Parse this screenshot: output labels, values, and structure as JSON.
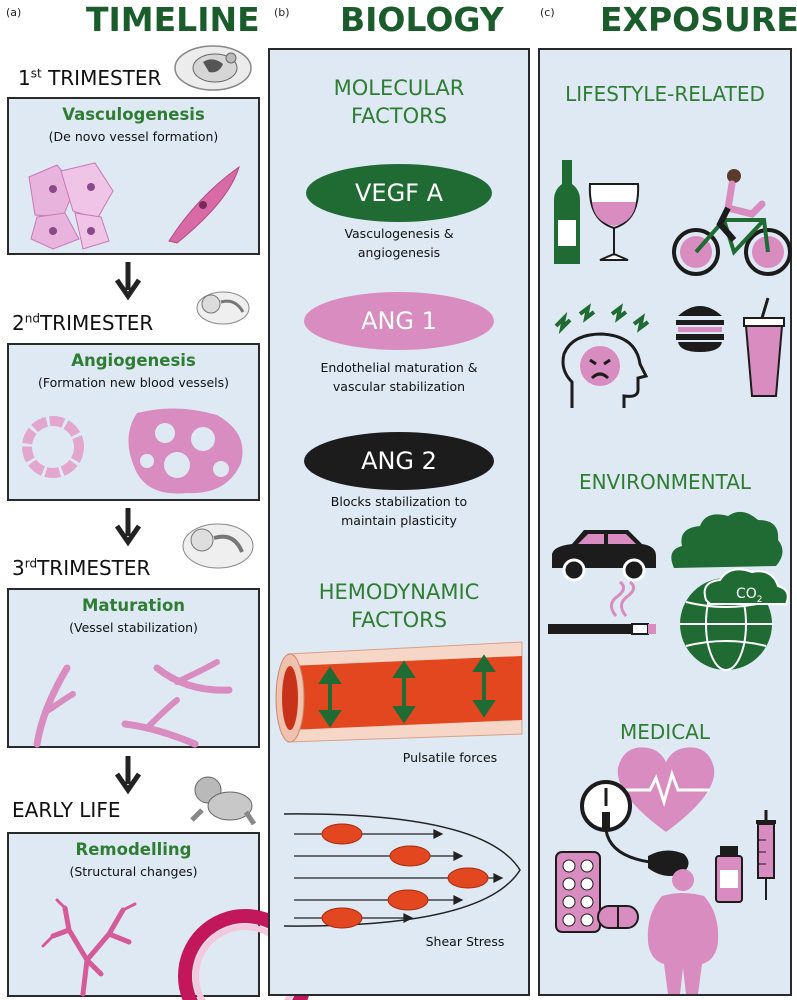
{
  "timeline": {
    "letter": "(a)",
    "title": "TIMELINE",
    "stage1": {
      "num": "1",
      "sup": "st",
      "label": "TRIMESTER"
    },
    "stage2": {
      "num": "2",
      "sup": "nd",
      "label": "TRIMESTER"
    },
    "stage3": {
      "num": "3",
      "sup": "rd",
      "label": "TRIMESTER"
    },
    "stage4": {
      "label": "EARLY LIFE"
    },
    "box1": {
      "title": "Vasculogenesis",
      "sub": "(De novo vessel formation)"
    },
    "box2": {
      "title": "Angiogenesis",
      "sub": "(Formation new blood vessels)"
    },
    "box3": {
      "title": "Maturation",
      "sub": "(Vessel stabilization)"
    },
    "box4": {
      "title": "Remodelling",
      "sub": "(Structural changes)"
    }
  },
  "biology": {
    "letter": "(b)",
    "title": "BIOLOGY",
    "molecular_line1": "MOLECULAR",
    "molecular_line2": "FACTORS",
    "vegf": {
      "label": "VEGF A",
      "cap1": "Vasculogenesis &",
      "cap2": "angiogenesis"
    },
    "ang1": {
      "label": "ANG 1",
      "cap1": "Endothelial maturation &",
      "cap2": "vascular stabilization"
    },
    "ang2": {
      "label": "ANG 2",
      "cap1": "Blocks stabilization to",
      "cap2": "maintain plasticity"
    },
    "hemo_line1": "HEMODYNAMIC",
    "hemo_line2": "FACTORS",
    "pulsatile": "Pulsatile forces",
    "shear": "Shear Stress"
  },
  "exposures": {
    "letter": "(c)",
    "title": "EXPOSURES",
    "lifestyle": "LIFESTYLE-RELATED",
    "environmental": "ENVIRONMENTAL",
    "co2_main": "CO",
    "co2_sub": "2",
    "medical": "MEDICAL"
  },
  "colors": {
    "green_dark": "#1a5c2b",
    "green": "#2e7d32",
    "pink": "#d98cbf",
    "panel_bg": "#dfe9f4",
    "black": "#1c1c1c"
  }
}
